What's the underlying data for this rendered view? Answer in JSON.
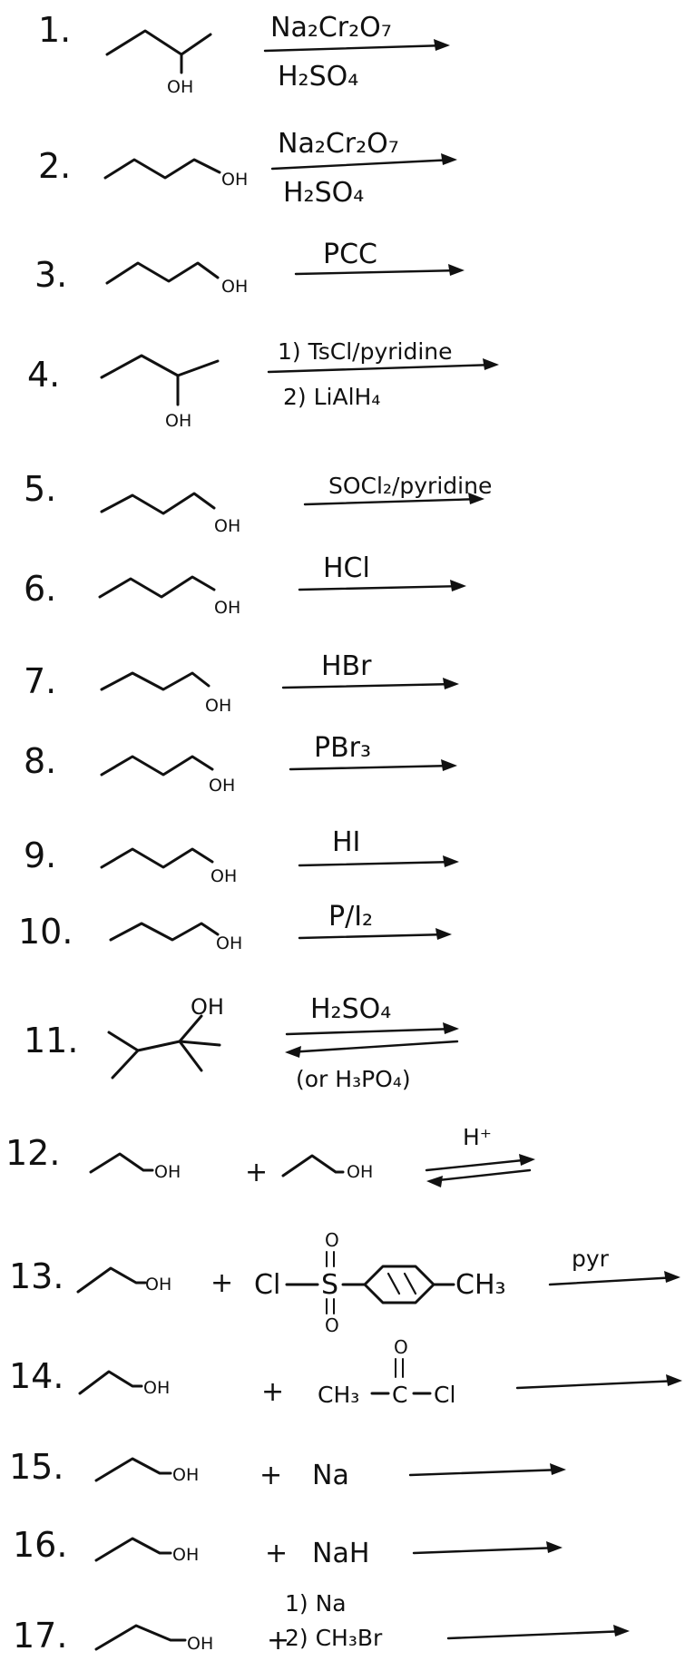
{
  "problems": [
    {
      "number": "1.",
      "oh": "OH",
      "reagent_top": "Na₂Cr₂O₇",
      "reagent_bottom": "H₂SO₄"
    },
    {
      "number": "2.",
      "oh": "OH",
      "reagent_top": "Na₂Cr₂O₇",
      "reagent_bottom": "H₂SO₄"
    },
    {
      "number": "3.",
      "oh": "OH",
      "reagent_top": "PCC"
    },
    {
      "number": "4.",
      "oh": "OH",
      "reagent_top": "1) TsCl/pyridine",
      "reagent_bottom": "2) LiAlH₄"
    },
    {
      "number": "5.",
      "oh": "OH",
      "reagent_top": "SOCl₂/pyridine"
    },
    {
      "number": "6.",
      "oh": "OH",
      "reagent_top": "HCl"
    },
    {
      "number": "7.",
      "oh": "OH",
      "reagent_top": "HBr"
    },
    {
      "number": "8.",
      "oh": "OH",
      "reagent_top": "PBr₃"
    },
    {
      "number": "9.",
      "oh": "OH",
      "reagent_top": "HI"
    },
    {
      "number": "10.",
      "oh": "OH",
      "reagent_top": "P/I₂"
    },
    {
      "number": "11.",
      "oh": "OH",
      "reagent_top": "H₂SO₄",
      "reagent_bottom": "(or H₃PO₄)"
    },
    {
      "number": "12.",
      "oh": "OH",
      "plus": "+",
      "oh2": "OH",
      "reagent_top": "H⁺"
    },
    {
      "number": "13.",
      "oh": "OH",
      "plus": "+",
      "partner_left": "Cl",
      "sulfur": "S",
      "oxygen_top": "O",
      "oxygen_bottom": "O",
      "partner_right": "CH₃",
      "reagent_top": "pyr"
    },
    {
      "number": "14.",
      "oh": "OH",
      "plus": "+",
      "partner_left": "CH₃",
      "carbon": "C",
      "oxygen_top": "O",
      "partner_right": "Cl"
    },
    {
      "number": "15.",
      "oh": "OH",
      "plus": "+",
      "partner": "Na"
    },
    {
      "number": "16.",
      "oh": "OH",
      "plus": "+",
      "partner": "NaH"
    },
    {
      "number": "17.",
      "oh": "OH",
      "plus": "+",
      "step_1": "1) Na",
      "step_2": "2) CH₃Br"
    }
  ]
}
